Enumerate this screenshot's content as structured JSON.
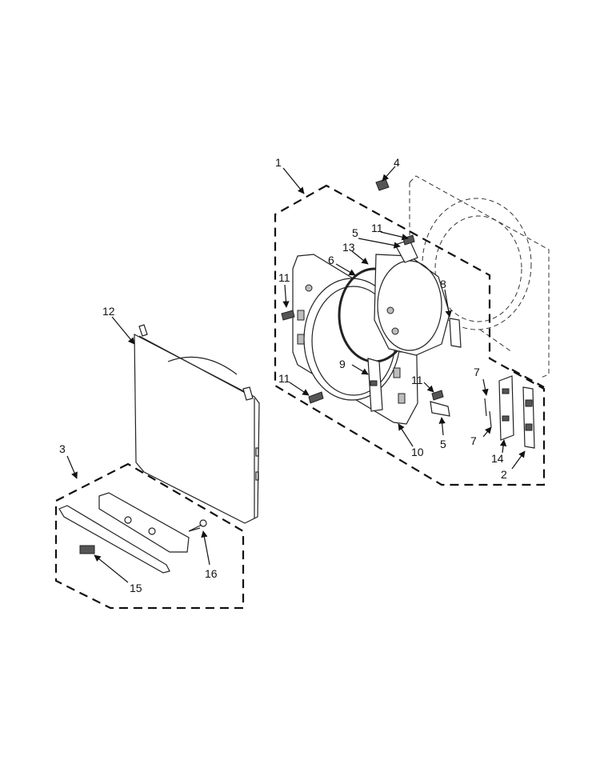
{
  "callouts": {
    "c1": "1",
    "c2": "2",
    "c3": "3",
    "c4": "4",
    "c5a": "5",
    "c5b": "5",
    "c6": "6",
    "c7a": "7",
    "c7b": "7",
    "c8": "8",
    "c9": "9",
    "c10": "10",
    "c11a": "11",
    "c11b": "11",
    "c11c": "11",
    "c11d": "11",
    "c12": "12",
    "c13": "13",
    "c14": "14",
    "c15": "15",
    "c16": "16"
  },
  "colors": {
    "line": "#111111",
    "background": "#ffffff",
    "part_gray": "#bdbdbd"
  }
}
